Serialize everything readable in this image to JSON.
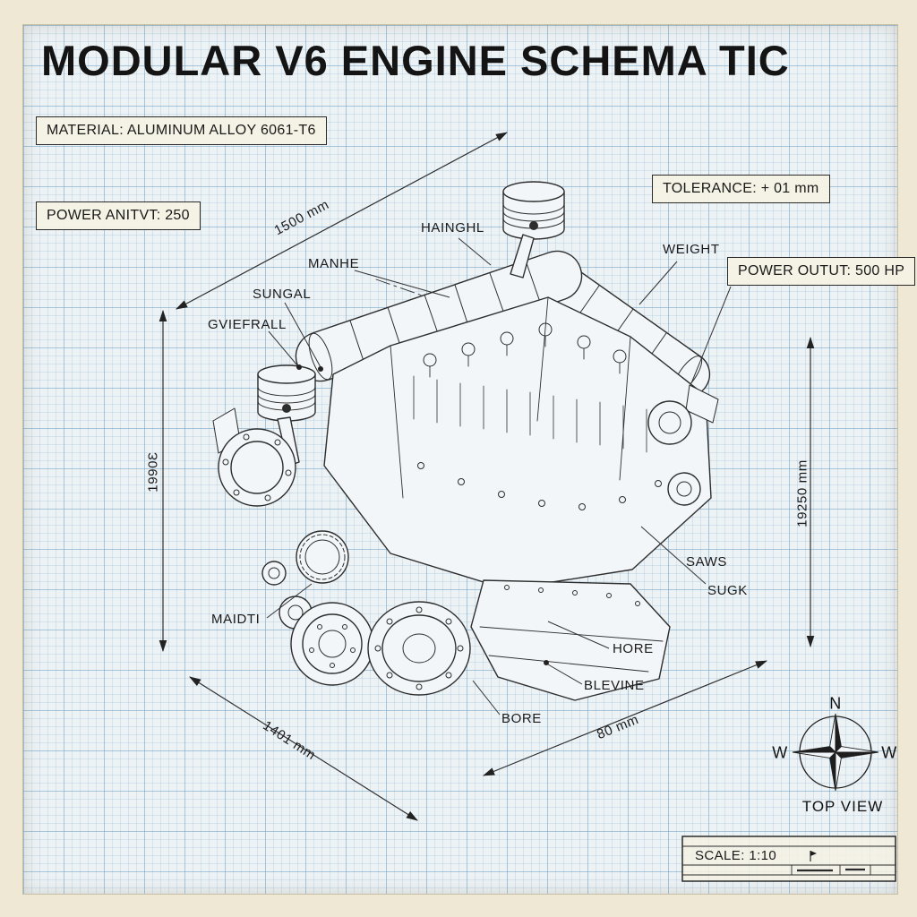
{
  "title": "MODULAR V6 ENGINE SCHEMA TIC",
  "boxes": {
    "material": "MATERIAL: ALUMINUM ALLOY 6061-T6",
    "power_unit": "POWER ANITVT: 250",
    "tolerance": "TOLERANCE: + 01 mm",
    "power_output": "POWER OUTUT: 500 HP"
  },
  "labels": {
    "haingh": "HAINGHL",
    "manhe": "MANHE",
    "sungal": "SUNGAL",
    "gviefrall": "GVIEFRALL",
    "weight": "WEIGHT",
    "saws": "SAWS",
    "sugk": "SUGK",
    "maidti": "MAIDTI",
    "hore": "HORE",
    "blevine": "BLEVINE",
    "bore": "BORE"
  },
  "dimensions": {
    "top_diagonal": "1500 mm",
    "left_vertical": "1990Ɛ",
    "right_vertical": "19250 mm",
    "bottom_left_diagonal": "1401 mm",
    "bottom_right_diagonal": "80 mm"
  },
  "compass": {
    "north": "N",
    "west_left": "W",
    "west_right": "W",
    "caption": "TOP VIEW"
  },
  "title_block": {
    "scale": "SCALE: 1:10"
  },
  "colors": {
    "paper": "#edf2f5",
    "grid": "#9ec0d8",
    "ink": "#2b2b2b",
    "border_background": "#efe8d4",
    "box_fill": "#f6f2e4"
  }
}
